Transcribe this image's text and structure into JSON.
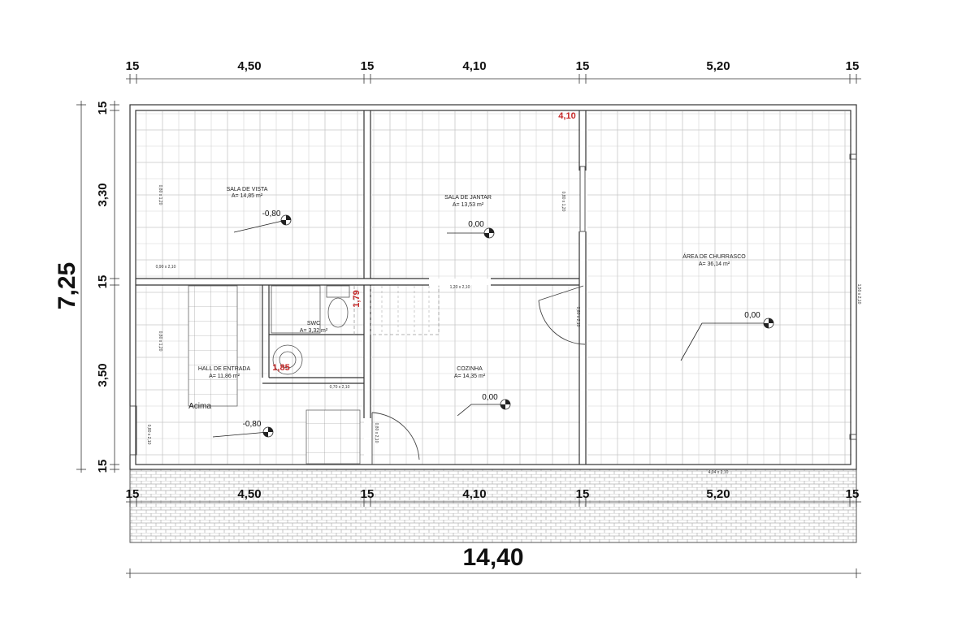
{
  "dimensions": {
    "top": [
      "15",
      "4,50",
      "15",
      "4,10",
      "15",
      "5,20",
      "15"
    ],
    "bottom": [
      "15",
      "4,50",
      "15",
      "4,10",
      "15",
      "5,20",
      "15"
    ],
    "left": [
      "15",
      "3,30",
      "15",
      "3,50",
      "15"
    ],
    "total_width": "14,40",
    "total_height": "7,25"
  },
  "rooms": [
    {
      "id": "sala-vista",
      "name": "SALA DE VISTA",
      "area": "A= 14,85 m²",
      "level": "-0,80"
    },
    {
      "id": "sala-jantar",
      "name": "SALA DE JANTAR",
      "area": "A= 13,53 m²",
      "level": "0,00"
    },
    {
      "id": "churrasco",
      "name": "ÁREA DE CHURRASCO",
      "area": "A= 36,14 m²",
      "level": "0,00"
    },
    {
      "id": "hall",
      "name": "HALL DE ENTRADA",
      "area": "A= 11,86 m²",
      "level": "-0,80"
    },
    {
      "id": "swc",
      "name": "SWC",
      "area": "A= 3,32 m²",
      "level": ""
    },
    {
      "id": "cozinha",
      "name": "COZINHA",
      "area": "A= 14,35 m²",
      "level": "0,00"
    }
  ],
  "annotations": {
    "red_top": "4,10",
    "red_stair": "1,79",
    "red_swc": "1,85",
    "stairs_label": "Acima"
  },
  "openings": {
    "p01_size": "0,90 x 2,10",
    "j01_sala_vista": "0,80 x 1,20",
    "j01_hall": "0,80 x 1,20",
    "j01_jantar": "0,80 x 1,20",
    "p02_size": "0,80 x 2,10",
    "p03_size": "0,70 x 2,10",
    "p04_size": "0,80 x 2,10",
    "p05_size": "0,80 x 2,10",
    "abertura_size": "1,20 x 2,10",
    "churrasco_side": "1,50 x 2,10",
    "churrasco_bottom": "4,04 x 2,10"
  },
  "colors": {
    "wall": "#333333",
    "grid": "#bfbfbf",
    "red": "#c62828"
  }
}
